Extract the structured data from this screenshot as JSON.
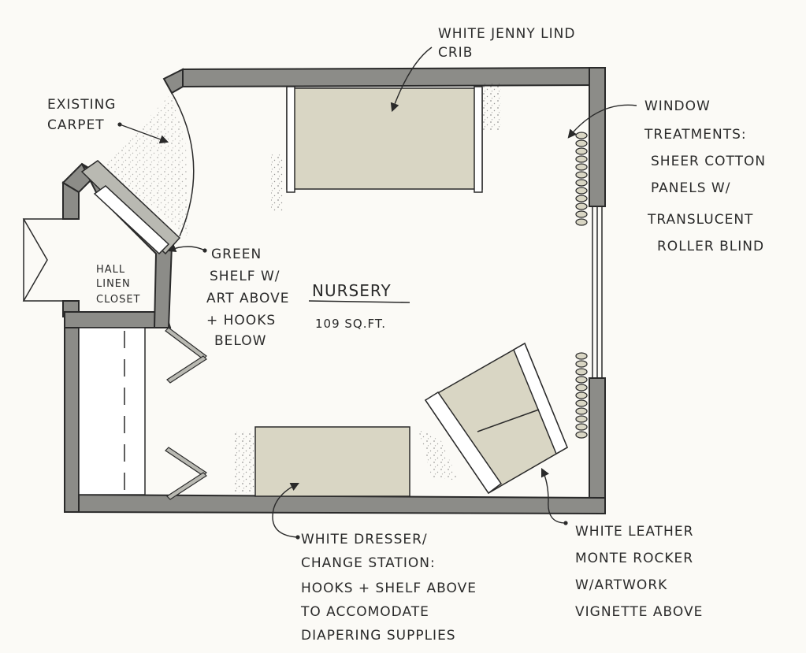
{
  "room": {
    "title": "NURSERY",
    "area": "109 SQ.FT."
  },
  "closet": {
    "lines": [
      "HALL",
      "LINEN",
      "CLOSET"
    ]
  },
  "notes": {
    "crib": [
      "WHITE JENNY LIND",
      "CRIB"
    ],
    "carpet": [
      "EXISTING",
      "CARPET"
    ],
    "window": [
      "WINDOW",
      "TREATMENTS:",
      "SHEER COTTON",
      "PANELS W/",
      "TRANSLUCENT",
      "ROLLER BLIND"
    ],
    "shelf": [
      "GREEN",
      "SHELF W/",
      "ART ABOVE",
      "+ HOOKS",
      "BELOW"
    ],
    "dresser": [
      "WHITE DRESSER/",
      "CHANGE STATION:",
      "HOOKS + SHELF ABOVE",
      "TO ACCOMODATE",
      "DIAPERING SUPPLIES"
    ],
    "rocker": [
      "WHITE LEATHER",
      "MONTE ROCKER",
      "W/ARTWORK",
      "VIGNETTE ABOVE"
    ]
  },
  "colors": {
    "wall": "#8c8c88",
    "wall_stroke": "#2a2a2a",
    "furniture": "#d9d6c4",
    "shelf": "#b9b9b2",
    "ink": "#2a2a2a",
    "paper": "#fbfaf6"
  }
}
